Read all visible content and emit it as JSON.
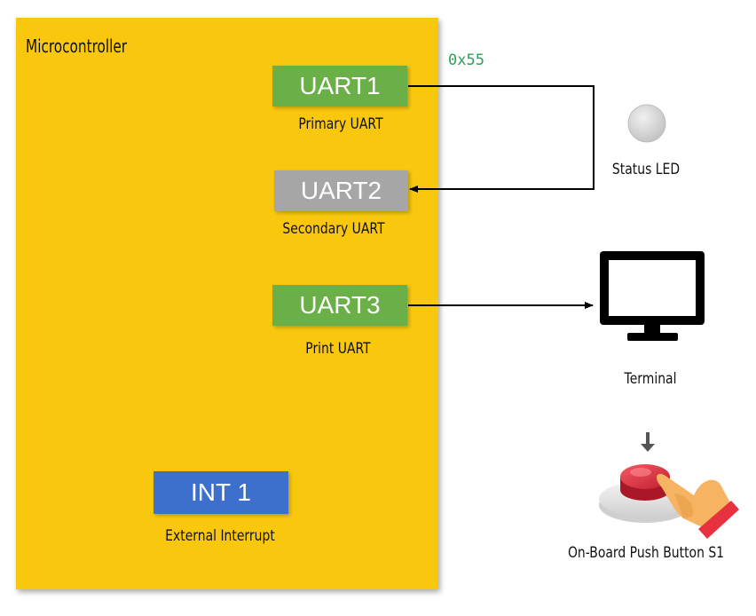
{
  "microcontroller": {
    "title": "Microcontroller"
  },
  "uart1": {
    "label": "UART1",
    "caption": "Primary UART"
  },
  "uart2": {
    "label": "UART2",
    "caption": "Secondary UART"
  },
  "uart3": {
    "label": "UART3",
    "caption": "Print UART"
  },
  "int1": {
    "label": "INT 1",
    "caption": "External Interrupt"
  },
  "loopback": {
    "data_value": "0x55"
  },
  "status_led": {
    "caption": "Status LED"
  },
  "terminal": {
    "caption": "Terminal"
  },
  "push_button": {
    "caption": "On-Board Push Button S1"
  },
  "colors": {
    "mcu": "#f9c80e",
    "uart_active": "#6aaf47",
    "uart_inactive": "#a6a6a6",
    "interrupt": "#3c70cc",
    "data_value": "#2aa05a"
  }
}
